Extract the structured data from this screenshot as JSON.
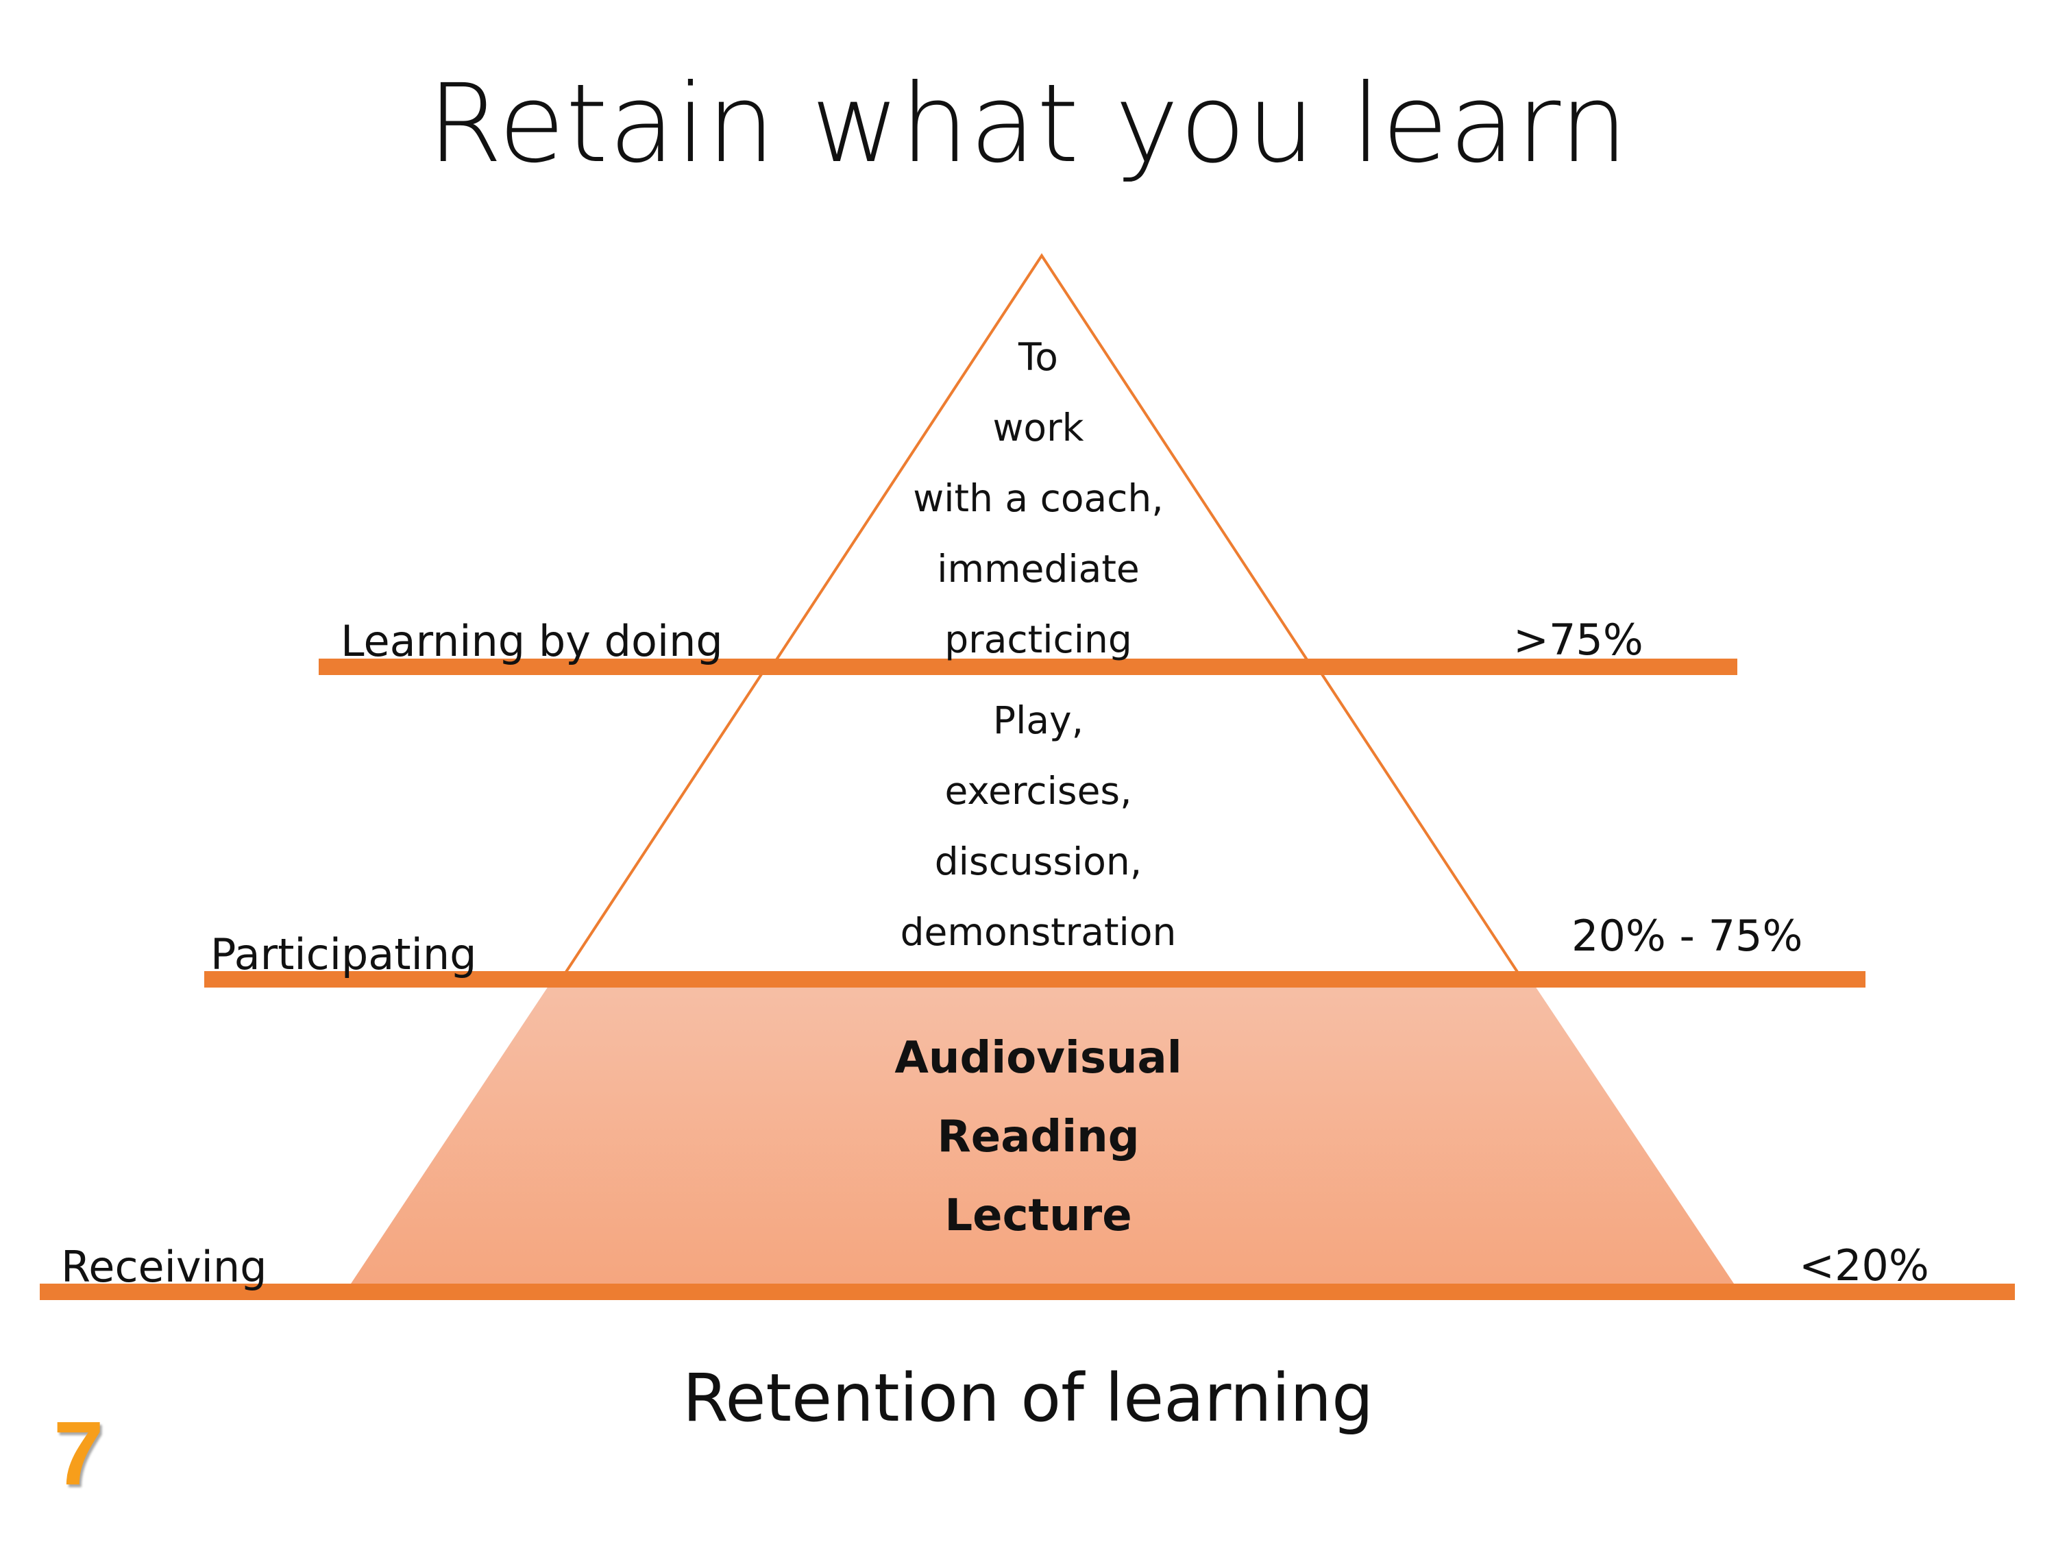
{
  "title": "Retain what you learn",
  "subtitle": "Retention of learning",
  "slide_number": "7",
  "colors": {
    "accent": "#ED7D31",
    "fill_top": "#F6BFA6",
    "fill_bottom": "#F5A67F",
    "text": "#111111",
    "slide_number": "#F79E1B"
  },
  "levels": [
    {
      "label": "Learning by doing",
      "value": ">75%"
    },
    {
      "label": "Participating",
      "value": "20% - 75%"
    },
    {
      "label": "Receiving",
      "value": "<20%"
    }
  ],
  "tiers": {
    "top": [
      "To",
      "work",
      "with a coach,",
      "immediate",
      "practicing"
    ],
    "middle": [
      "Play,",
      "exercises,",
      "discussion,",
      "demonstration"
    ],
    "bottom": [
      "Audiovisual",
      "Reading",
      "Lecture"
    ]
  }
}
